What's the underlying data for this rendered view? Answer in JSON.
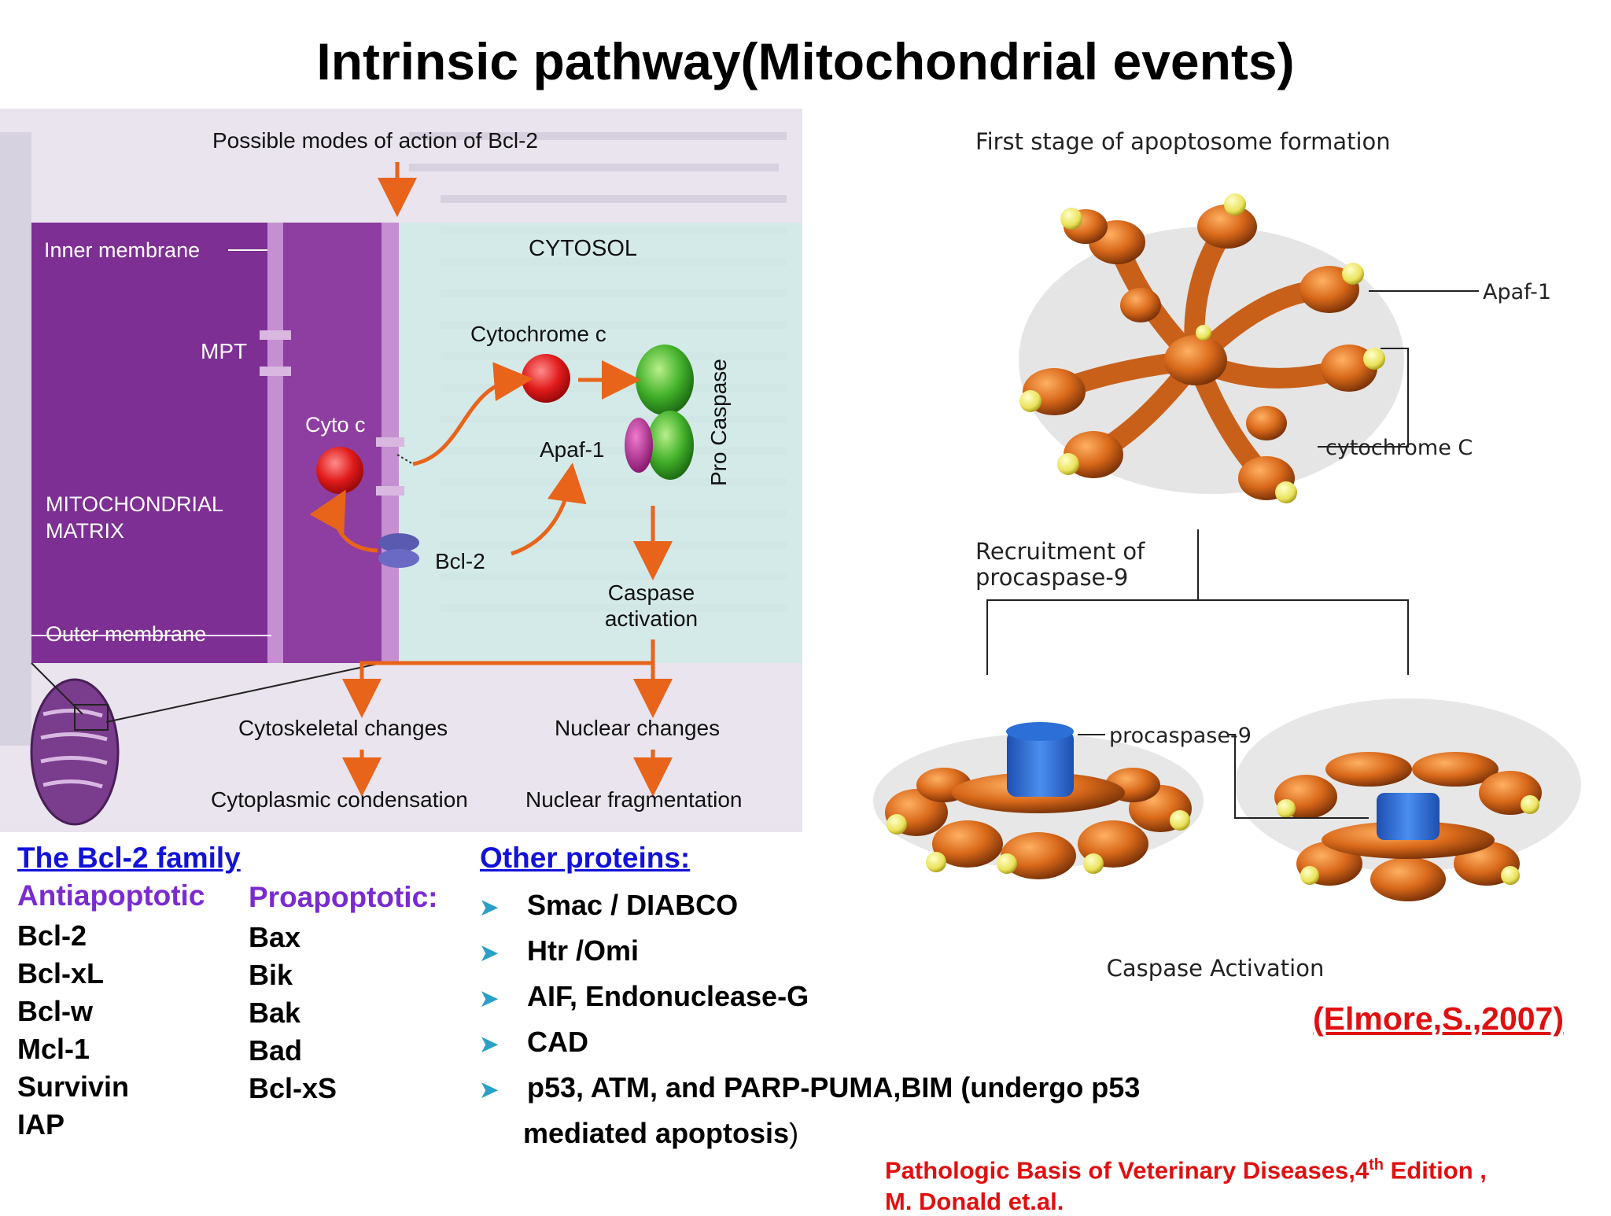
{
  "title": "Intrinsic pathway(Mitochondrial events)",
  "left_figure": {
    "heading": "Possible modes of action of Bcl-2",
    "labels": {
      "inner_membrane": "Inner membrane",
      "cytosol": "CYTOSOL",
      "mpt": "MPT",
      "cyto_c": "Cyto c",
      "cytochrome_c": "Cytochrome c",
      "mitochondrial": "MITOCHONDRIAL",
      "matrix": "MATRIX",
      "apaf1": "Apaf-1",
      "pro_caspase": "Pro Caspase",
      "bcl2": "Bcl-2",
      "caspase": "Caspase",
      "activation": "activation",
      "outer_membrane": "Outer membrane",
      "cytoskeletal_changes": "Cytoskeletal changes",
      "nuclear_changes": "Nuclear changes",
      "cytoplasmic_condensation": "Cytoplasmic condensation",
      "nuclear_fragmentation": "Nuclear fragmentation"
    }
  },
  "right_figure": {
    "heading": "First stage of apoptosome formation",
    "apaf1": "Apaf-1",
    "cytochrome_c": "cytochrome C",
    "recruitment_line1": "Recruitment of",
    "recruitment_line2": "procaspase-9",
    "procaspase9": "procaspase-9",
    "caspase_activation": "Caspase Activation"
  },
  "bcl2_family": {
    "heading": "The Bcl-2 family",
    "anti_heading": "Antiapoptotic",
    "pro_heading": "Proapoptotic:",
    "antiapoptotic": [
      "Bcl-2",
      "Bcl-xL",
      "Bcl-w",
      "Mcl-1",
      "Survivin",
      "IAP"
    ],
    "proapoptotic": [
      "Bax",
      "Bik",
      "Bak",
      "Bad",
      "Bcl-xS"
    ]
  },
  "other_proteins": {
    "heading": "Other proteins:",
    "items": [
      "Smac / DIABCO",
      "Htr /Omi",
      "AIF, Endonuclease-G",
      "CAD",
      "p53, ATM, and PARP-PUMA,BIM (undergo p53"
    ],
    "continuation": "mediated apoptosis",
    "continuation_paren": ")"
  },
  "citation": "(Elmore,S.,2007)",
  "reference": {
    "line1_pre": "Pathologic Basis of Veterinary Diseases,4",
    "line1_sup": "th",
    "line1_post": " Edition ,",
    "line2": "M. Donald et.al."
  },
  "colors": {
    "matrix_purple": "#8e3ea0",
    "cytosol_teal": "#d2ecea",
    "arrow_orange": "#e86a1c",
    "apoptosome_orange": "#d96a1a",
    "cytochrome_yellow": "#f2ee6a",
    "procaspase_blue": "#2c6fd6",
    "link_blue": "#1212d8",
    "heading_purple": "#7a2bd0",
    "citation_red": "#e01010"
  }
}
